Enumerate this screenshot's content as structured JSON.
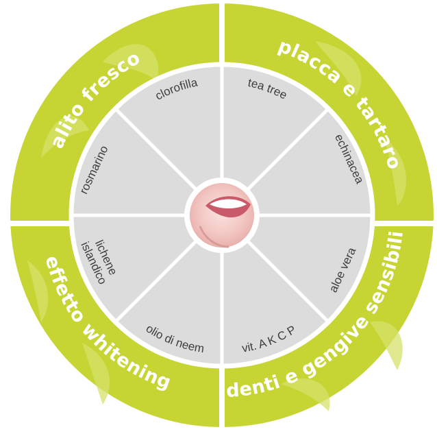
{
  "colors": {
    "outer_ring": "#c7d534",
    "outer_ring_light": "#d6e16a",
    "divider": "#ffffff",
    "inner_segment": "#dcdcdc",
    "inner_border": "#ffffff",
    "label_white": "#ffffff",
    "label_dark": "#3d3d3d",
    "center_bg": "#f5d3d0"
  },
  "outer_labels": {
    "top_left": "alito fresco",
    "top_right": "placca e tartaro",
    "bottom_right": "denti e gengive sensibili",
    "bottom_left": "effetto whitening"
  },
  "inner_labels": {
    "top_left": "clorofilla",
    "top_right": "tea tree",
    "right_top": "echinacea",
    "right_bottom": "aloe vera",
    "bottom_right": "vit. A K C P",
    "bottom_left": "olio di neem",
    "left_bottom_line1": "lichene",
    "left_bottom_line2": "islandico",
    "left_top": "rosmarino"
  },
  "center": {
    "icon": "smiling-mouth-photo"
  }
}
